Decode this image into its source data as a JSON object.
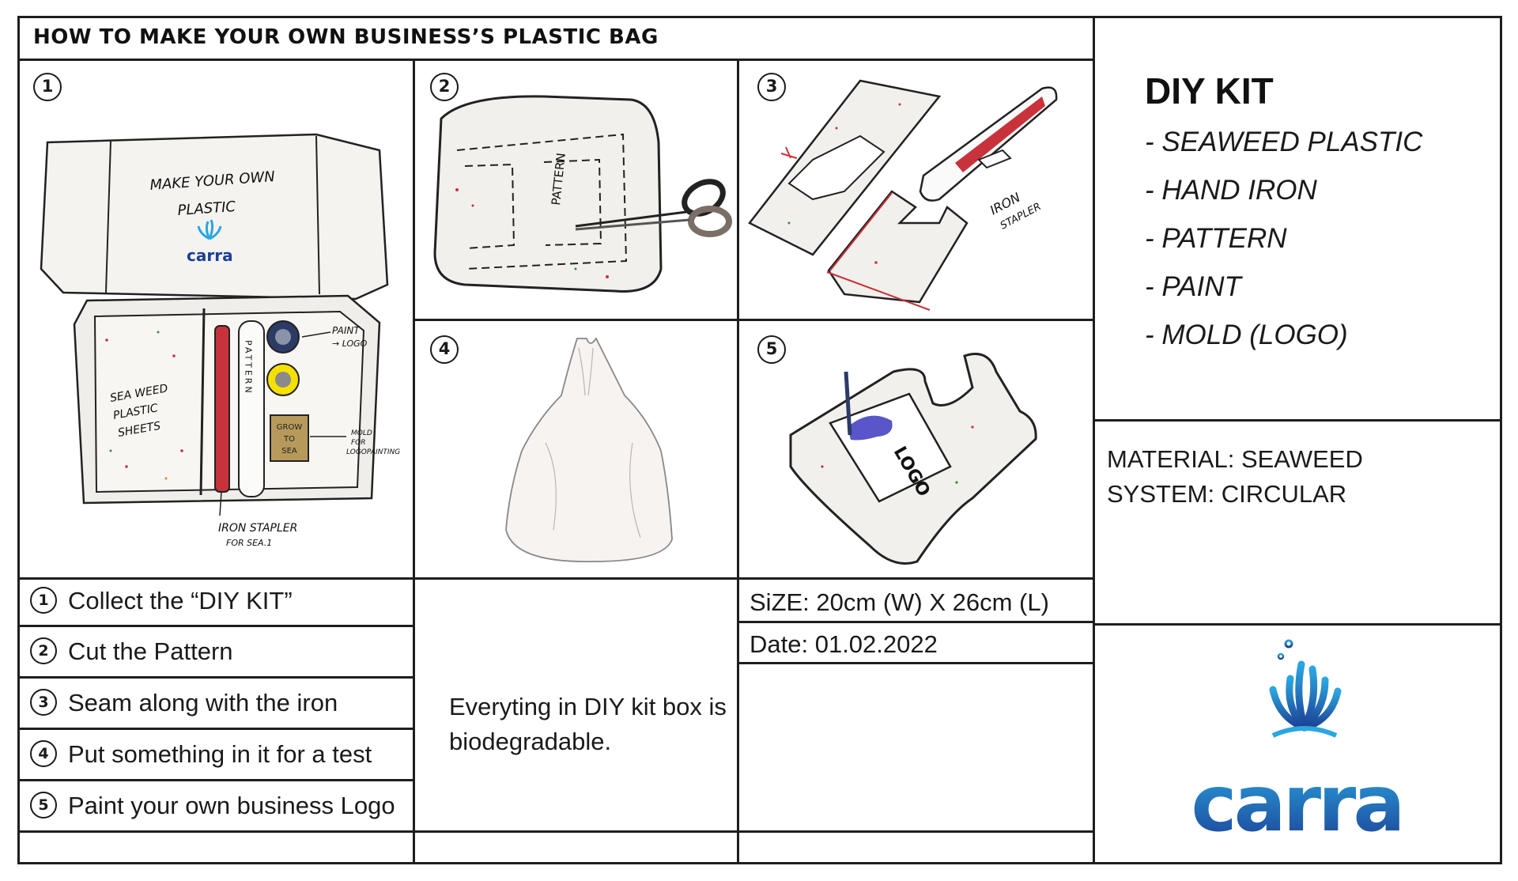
{
  "header": {
    "title": "HOW TO MAKE YOUR OWN BUSINESS’S PLASTIC BAG"
  },
  "panels": [
    {
      "number": "1",
      "illustration": "diy-kit-box",
      "lid_text_line1": "MAKE YOUR OWN",
      "lid_text_line2": "PLASTIC",
      "lid_logo": "carra",
      "sheets_label_line1": "SEA WEED",
      "sheets_label_line2": "PLASTIC",
      "sheets_label_line3": "SHEETS",
      "pattern_label": "PATTERN",
      "paint_label_line1": "PAINT",
      "paint_label_line2": "→ LOGO",
      "mold_label_line1": "MOLD",
      "mold_label_line2": "FOR",
      "mold_label_line3": "LOGOPAINTING",
      "mold_text_line1": "GROW",
      "mold_text_line2": "TO",
      "mold_text_line3": "SEA",
      "iron_label_line1": "IRON STAPLER",
      "iron_label_line2": "FOR SEA.1"
    },
    {
      "number": "2",
      "illustration": "cut-pattern-with-scissors",
      "pattern_label": "PATTERN"
    },
    {
      "number": "3",
      "illustration": "seam-with-iron-stapler",
      "iron_label_line1": "IRON",
      "iron_label_line2": "STAPLER"
    },
    {
      "number": "4",
      "illustration": "finished-plastic-bag"
    },
    {
      "number": "5",
      "illustration": "paint-logo-on-bag",
      "logo_text": "LOGO"
    }
  ],
  "steps": [
    {
      "number": "1",
      "text": "Collect the “DIY KIT”"
    },
    {
      "number": "2",
      "text": "Cut the Pattern"
    },
    {
      "number": "3",
      "text": "Seam along with the iron"
    },
    {
      "number": "4",
      "text": "Put something in it for a test"
    },
    {
      "number": "5",
      "text": "Paint your own business Logo"
    }
  ],
  "note": {
    "text": "Everyting in DIY kit box is biodegradable."
  },
  "spec": {
    "size": "SiZE: 20cm (W) X 26cm (L)",
    "date": "Date: 01.02.2022"
  },
  "kit": {
    "title": "DIY KIT",
    "items": [
      "- SEAWEED PLASTIC",
      "- HAND IRON",
      "- PATTERN",
      "- PAINT",
      "- MOLD (LOGO)"
    ]
  },
  "material": {
    "line1": "MATERIAL: SEAWEED",
    "line2": "SYSTEM: CIRCULAR"
  },
  "brand": {
    "name": "carra",
    "icon": "seaweed-splash-icon",
    "colors": {
      "dark_blue": "#1c3f94",
      "light_blue": "#2aa6e0",
      "red_accent": "#c8323a",
      "yellow": "#f5e000",
      "navy": "#2c3b66",
      "kraft": "#b79a5b"
    }
  }
}
